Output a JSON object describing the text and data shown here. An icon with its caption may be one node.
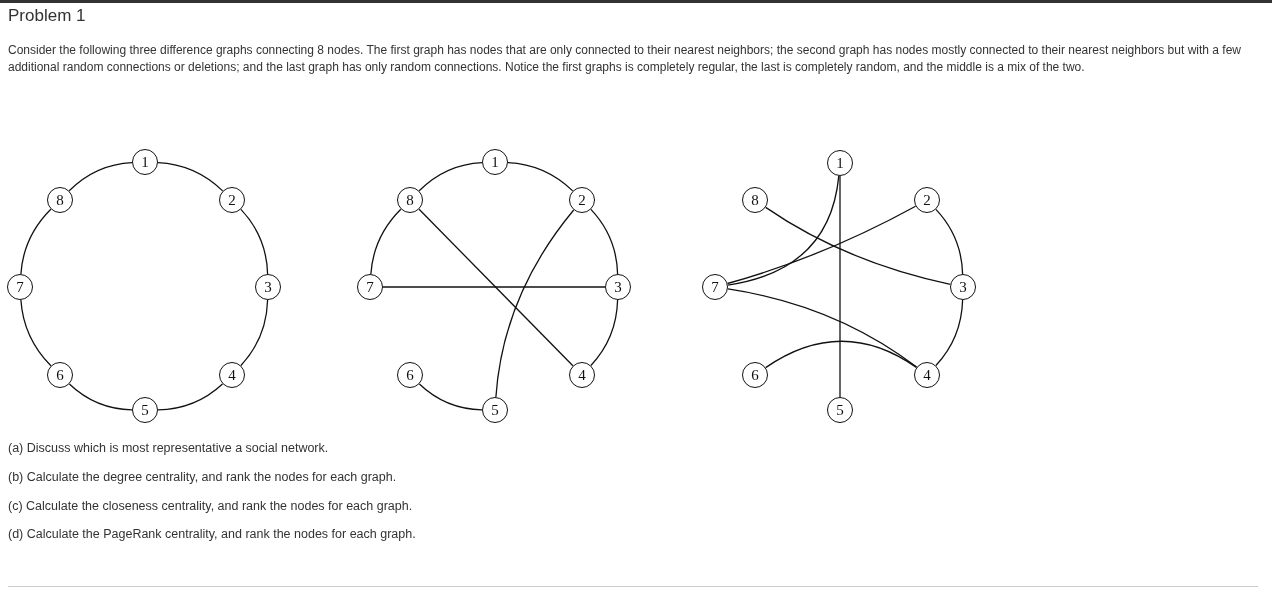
{
  "diagram": {
    "title": "Problem 1",
    "nodes": [
      {
        "text": [
          "1"
        ]
      },
      {
        "text": [
          "2"
        ]
      },
      {
        "text": [
          "3"
        ]
      },
      {
        "text": [
          "4"
        ]
      },
      {
        "text": [
          "5"
        ]
      },
      {
        "text": [
          "6"
        ]
      },
      {
        "text": [
          "7"
        ]
      },
      {
        "text": [
          "8"
        ]
      },
      {
        "text": [
          "1"
        ]
      },
      {
        "text": [
          "2"
        ]
      },
      {
        "text": [
          "3"
        ]
      },
      {
        "text": [
          "4"
        ]
      },
      {
        "text": [
          "5"
        ]
      },
      {
        "text": [
          "6"
        ]
      },
      {
        "text": [
          "7"
        ]
      },
      {
        "text": [
          "8"
        ]
      },
      {
        "text": [
          "1"
        ]
      },
      {
        "text": [
          "2"
        ]
      },
      {
        "text": [
          "3"
        ]
      },
      {
        "text": [
          "4"
        ]
      },
      {
        "text": [
          "5"
        ]
      },
      {
        "text": [
          "6"
        ]
      },
      {
        "text": [
          "7"
        ]
      },
      {
        "text": [
          "8"
        ]
      }
    ],
    "edges": [
      {
        "from": 0,
        "to": 1,
        "arrow": "none"
      },
      {
        "from": 1,
        "to": 2,
        "arrow": "none"
      },
      {
        "from": 2,
        "to": 3,
        "arrow": "none"
      },
      {
        "from": 3,
        "to": 4,
        "arrow": "none"
      },
      {
        "from": 4,
        "to": 5,
        "arrow": "none"
      },
      {
        "from": 5,
        "to": 6,
        "arrow": "none"
      },
      {
        "from": 6,
        "to": 7,
        "arrow": "none"
      },
      {
        "from": 7,
        "to": 0,
        "arrow": "none"
      },
      {
        "from": 8,
        "to": 9,
        "arrow": "none"
      },
      {
        "from": 9,
        "to": 10,
        "arrow": "none"
      },
      {
        "from": 10,
        "to": 11,
        "arrow": "none"
      },
      {
        "from": 12,
        "to": 13,
        "arrow": "none"
      },
      {
        "from": 14,
        "to": 15,
        "arrow": "none"
      },
      {
        "from": 15,
        "to": 8,
        "arrow": "none"
      },
      {
        "from": 14,
        "to": 10,
        "arrow": "none"
      },
      {
        "from": 15,
        "to": 11,
        "arrow": "none"
      },
      {
        "from": 9,
        "to": 12,
        "arrow": "none"
      },
      {
        "from": 16,
        "to": 22,
        "arrow": "none"
      },
      {
        "from": 16,
        "to": 20,
        "arrow": "none"
      },
      {
        "from": 22,
        "to": 17,
        "arrow": "none"
      },
      {
        "from": 23,
        "to": 18,
        "arrow": "none"
      },
      {
        "from": 22,
        "to": 19,
        "arrow": "none"
      },
      {
        "from": 21,
        "to": 19,
        "arrow": "none"
      },
      {
        "from": 17,
        "to": 18,
        "arrow": "none"
      },
      {
        "from": 18,
        "to": 19,
        "arrow": "none"
      }
    ],
    "labels": [
      "Consider the following three difference graphs connecting 8 nodes. The first graph has nodes that are only connected to their nearest neighbors; the second graph has nodes mostly connected to their nearest neighbors but with a few additional random connections or deletions; and the last graph has only random connections. Notice the first graphs is completely regular, the last is completely random, and the middle is a mix of the two.",
      "(a) Discuss which is most representative a social network.",
      "(b) Calculate the degree centrality, and rank the nodes for each graph.",
      "(c) Calculate the closeness centrality, and rank the nodes for each graph.",
      "(d) Calculate the PageRank centrality, and rank the nodes for each graph."
    ]
  }
}
